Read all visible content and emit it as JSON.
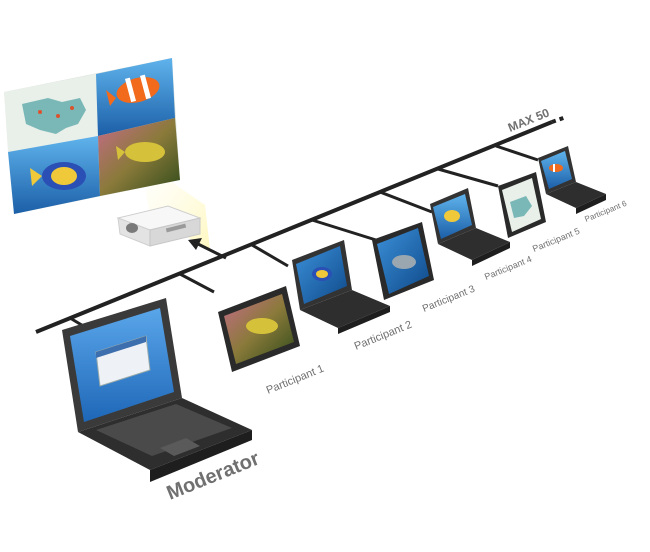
{
  "diagram": {
    "max_label": "MAX 50",
    "moderator_label": "Moderator",
    "participants": [
      {
        "label": "Participant 1"
      },
      {
        "label": "Participant 2"
      },
      {
        "label": "Participant 3"
      },
      {
        "label": "Participant 4"
      },
      {
        "label": "Participant 5"
      },
      {
        "label": "Participant 6"
      }
    ]
  },
  "colors": {
    "network_line": "#222222",
    "label_gray": "#707070",
    "laptop_body": "#2e2e2e",
    "screen_blue": "#2f7fcf",
    "projector": "#e9e9e9",
    "projection_map_bg": "#e9efe9"
  },
  "icons": [
    "projector-icon",
    "laptop-icon",
    "monitor-icon",
    "arrow-up-icon"
  ]
}
